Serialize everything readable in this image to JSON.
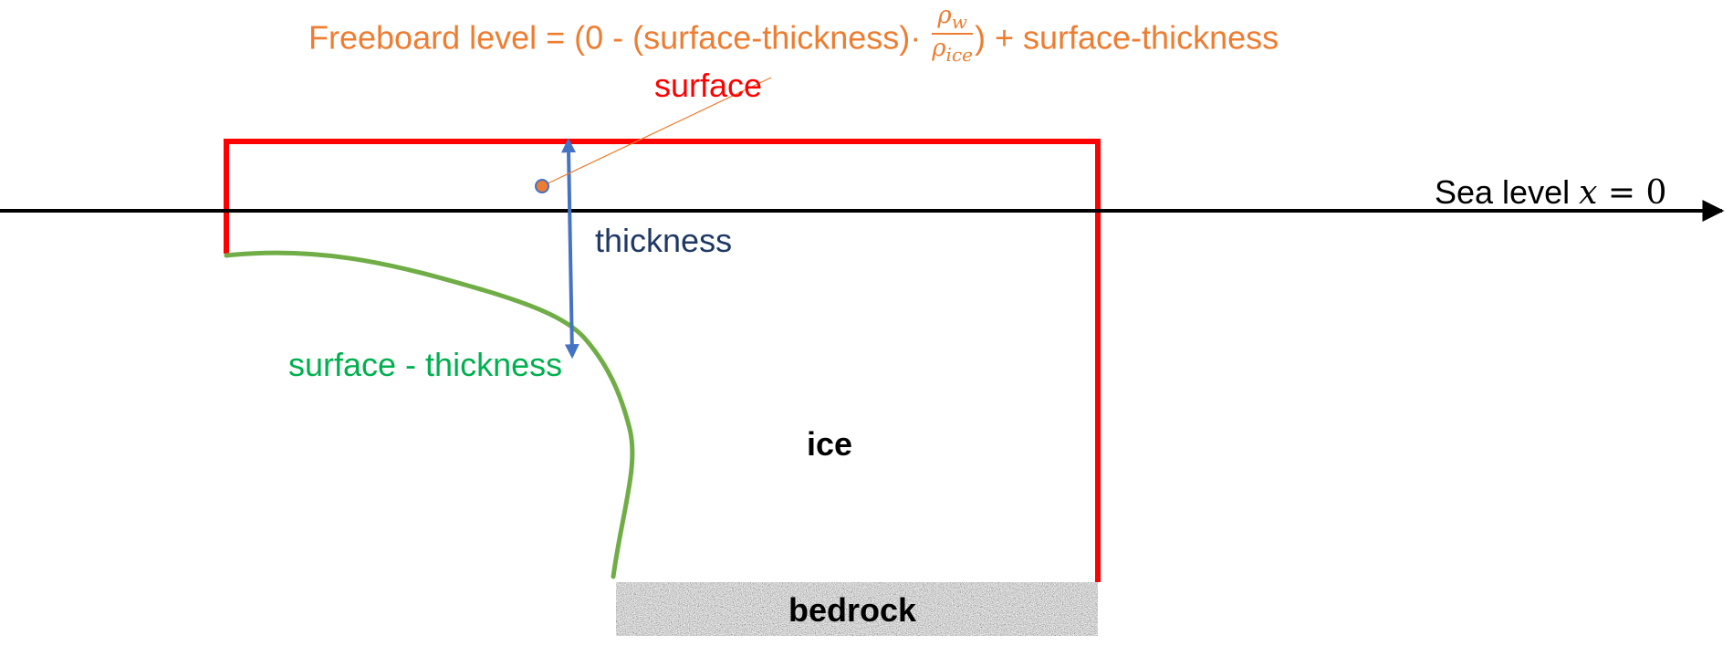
{
  "formula": {
    "prefix": "Freeboard level = (0 - (surface-thickness)· ",
    "numerator_symbol": "ρ",
    "numerator_sub": "w",
    "denominator_symbol": "ρ",
    "denominator_sub": "ice",
    "suffix": ") + surface-thickness"
  },
  "labels": {
    "surface": "surface",
    "sea_level_text": "Sea level ",
    "sea_level_var": "x",
    "sea_level_eq": " = 0",
    "thickness": "thickness",
    "surface_minus_thickness": "surface - thickness",
    "ice": "ice",
    "bedrock": "bedrock"
  },
  "colors": {
    "formula": "#ED7D31",
    "surface": "#FF0000",
    "thickness": "#1F3864",
    "thickness_arrow": "#4472C4",
    "surface_minus_thickness": "#70AD47",
    "surface_minus_thickness_label": "#00B050",
    "sea_level": "#000000",
    "bedrock_fill": "#A6A6A6",
    "point_fill": "#ED7D31",
    "point_stroke": "#4472C4"
  }
}
